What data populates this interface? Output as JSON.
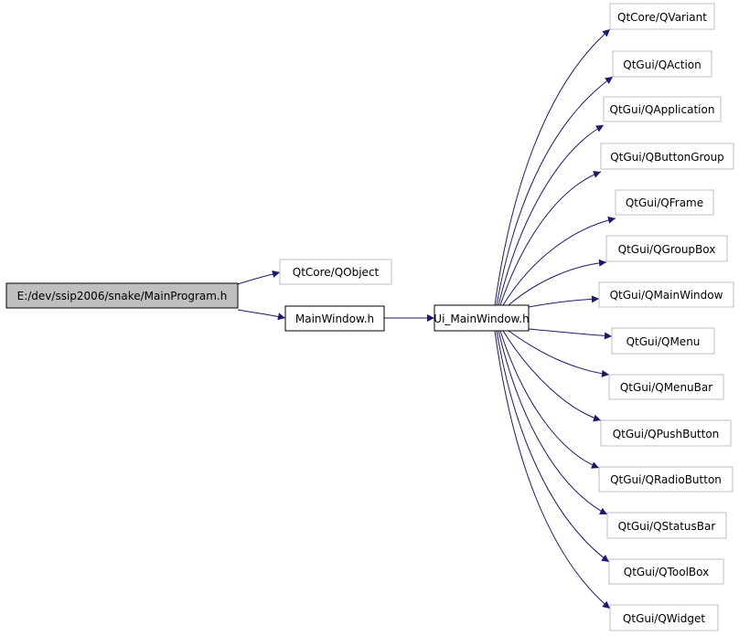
{
  "colors": {
    "edge": "#191970",
    "root_fill": "#bfbfbf",
    "root_border": "#000000",
    "local_border": "#000000",
    "external_border": "#bfbfbf",
    "node_fill": "#ffffff"
  },
  "nodes": {
    "root": "E:/dev/ssip2006/snake/MainProgram.h",
    "qobject": "QtCore/QObject",
    "mainwindow": "MainWindow.h",
    "ui_mainwindow": "Ui_MainWindow.h",
    "qvariant": "QtCore/QVariant",
    "qaction": "QtGui/QAction",
    "qapplication": "QtGui/QApplication",
    "qbuttongroup": "QtGui/QButtonGroup",
    "qframe": "QtGui/QFrame",
    "qgroupbox": "QtGui/QGroupBox",
    "qmainwindow": "QtGui/QMainWindow",
    "qmenu": "QtGui/QMenu",
    "qmenubar": "QtGui/QMenuBar",
    "qpushbutton": "QtGui/QPushButton",
    "qradiobutton": "QtGui/QRadioButton",
    "qstatusbar": "QtGui/QStatusBar",
    "qtoolbox": "QtGui/QToolBox",
    "qwidget": "QtGui/QWidget"
  }
}
